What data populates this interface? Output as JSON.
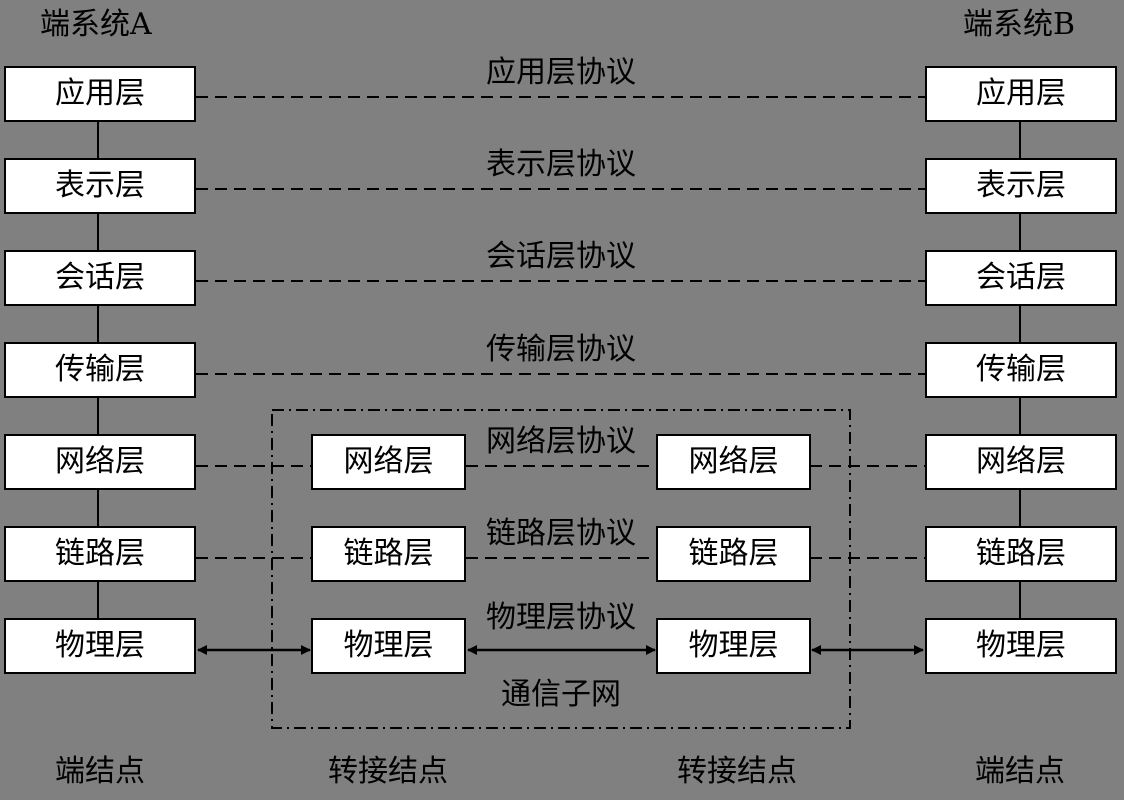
{
  "end_system_a": {
    "title": "端系统A",
    "layers": [
      "应用层",
      "表示层",
      "会话层",
      "传输层",
      "网络层",
      "链路层",
      "物理层"
    ]
  },
  "end_system_b": {
    "title": "端系统B",
    "layers": [
      "应用层",
      "表示层",
      "会话层",
      "传输层",
      "网络层",
      "链路层",
      "物理层"
    ]
  },
  "relay_node_1": {
    "layers": [
      "网络层",
      "链路层",
      "物理层"
    ]
  },
  "relay_node_2": {
    "layers": [
      "网络层",
      "链路层",
      "物理层"
    ]
  },
  "protocols": [
    "应用层协议",
    "表示层协议",
    "会话层协议",
    "传输层协议",
    "网络层协议",
    "链路层协议",
    "物理层协议"
  ],
  "subnet_label": "通信子网",
  "bottom_labels": {
    "end_a": "端结点",
    "relay_1": "转接结点",
    "relay_2": "转接结点",
    "end_b": "端结点"
  }
}
